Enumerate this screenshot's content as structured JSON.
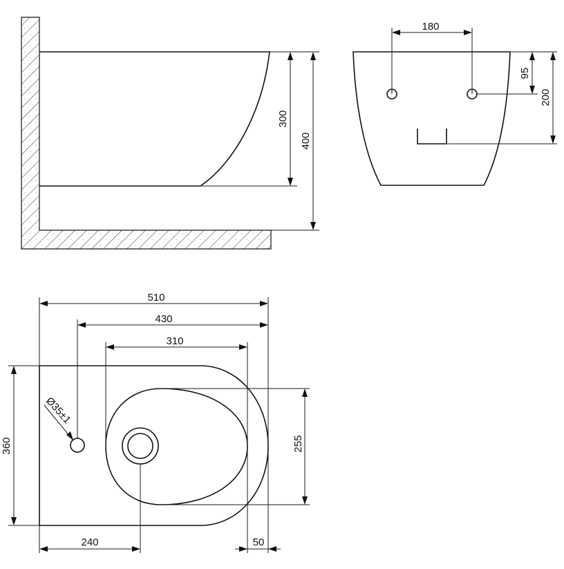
{
  "side_view": {
    "dim_bowl_height": "300",
    "dim_total_height": "400"
  },
  "rear_view": {
    "dim_bolt_spacing": "180",
    "dim_bolt_height": "95",
    "dim_outlet_height": "200"
  },
  "top_view": {
    "dim_total_length": "510",
    "dim_to_tap_hole": "430",
    "dim_bowl_length": "310",
    "dim_tap_hole_diameter": "Ø35±1",
    "dim_width": "360",
    "dim_bowl_width": "255",
    "dim_drain_position": "240",
    "dim_front_offset": "50"
  }
}
